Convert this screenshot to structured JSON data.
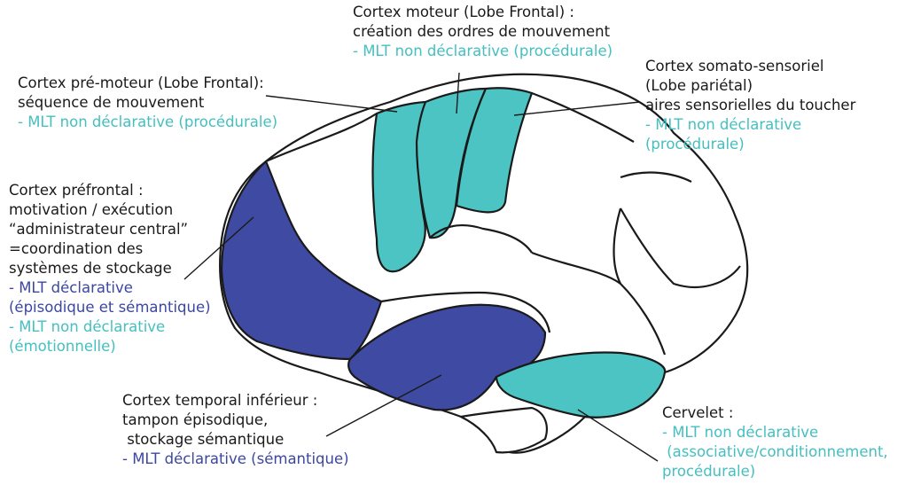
{
  "colors": {
    "teal": "#4cc4c4",
    "indigo": "#3f4aa3",
    "outline": "#1a1a1a",
    "teal_text": "#45bfc0",
    "indigo_text": "#3c47a2"
  },
  "labels": {
    "moteur": {
      "title": "Cortex moteur (Lobe Frontal) :",
      "desc": [
        "création des ordres de mouvement"
      ],
      "memory": [
        "- MLT non déclarative (procédurale)"
      ]
    },
    "premoteur": {
      "title": "Cortex pré-moteur (Lobe Frontal):",
      "desc": [
        "séquence de mouvement"
      ],
      "memory": [
        "- MLT non déclarative (procédurale)"
      ]
    },
    "somato": {
      "title": "Cortex somato-sensoriel",
      "desc": [
        "(Lobe pariétal)",
        "aires sensorielles du toucher"
      ],
      "memory": [
        "- MLT non déclarative",
        "(procédurale)"
      ]
    },
    "prefrontal": {
      "title": "Cortex préfrontal :",
      "desc": [
        "motivation / exécution",
        "“administrateur central”",
        "=coordination des",
        "systèmes de stockage"
      ],
      "memory_declarative": [
        "- MLT déclarative",
        "(épisodique et sémantique)"
      ],
      "memory_nondeclarative": [
        "- MLT non déclarative",
        "(émotionnelle)"
      ]
    },
    "temporal": {
      "title": "Cortex temporal inférieur :",
      "desc": [
        "tampon épisodique,",
        " stockage sémantique"
      ],
      "memory": [
        "- MLT déclarative (sémantique)"
      ]
    },
    "cervelet": {
      "title": "Cervelet :",
      "desc": [],
      "memory": [
        "- MLT non déclarative",
        " (associative/conditionnement,",
        "procédurale)"
      ]
    }
  }
}
